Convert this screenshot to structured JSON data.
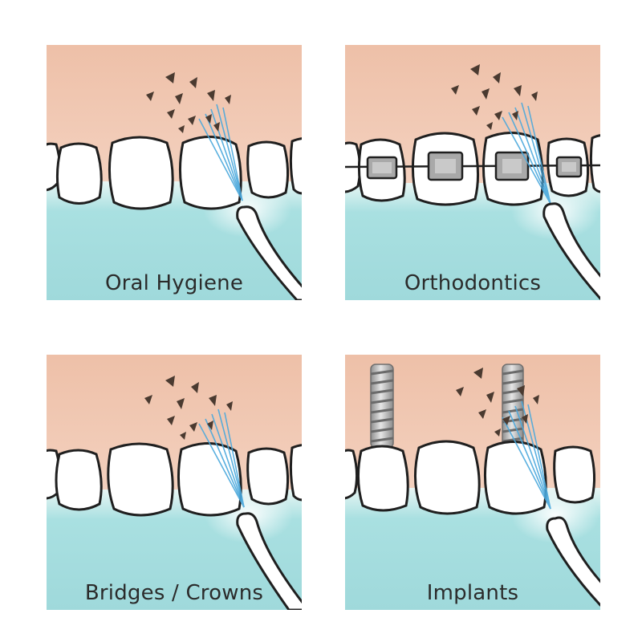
{
  "colors": {
    "gum_top": "#f0c4ad",
    "gum_bottom": "#f7dccd",
    "lower_gum": "#aee3e3",
    "lower_gum_light": "#e4f5f3",
    "tooth": "#ffffff",
    "outline": "#1f1f1f",
    "debris": "#4a3a30",
    "water_jet": "#4aa8dc",
    "bracket": "#a9a9a9",
    "implant": "#b5b5b5"
  },
  "panels": [
    {
      "id": "oral-hygiene",
      "label": "Oral Hygiene"
    },
    {
      "id": "orthodontics",
      "label": "Orthodontics"
    },
    {
      "id": "bridges-crowns",
      "label": "Bridges / Crowns"
    },
    {
      "id": "implants",
      "label": "Implants"
    }
  ]
}
